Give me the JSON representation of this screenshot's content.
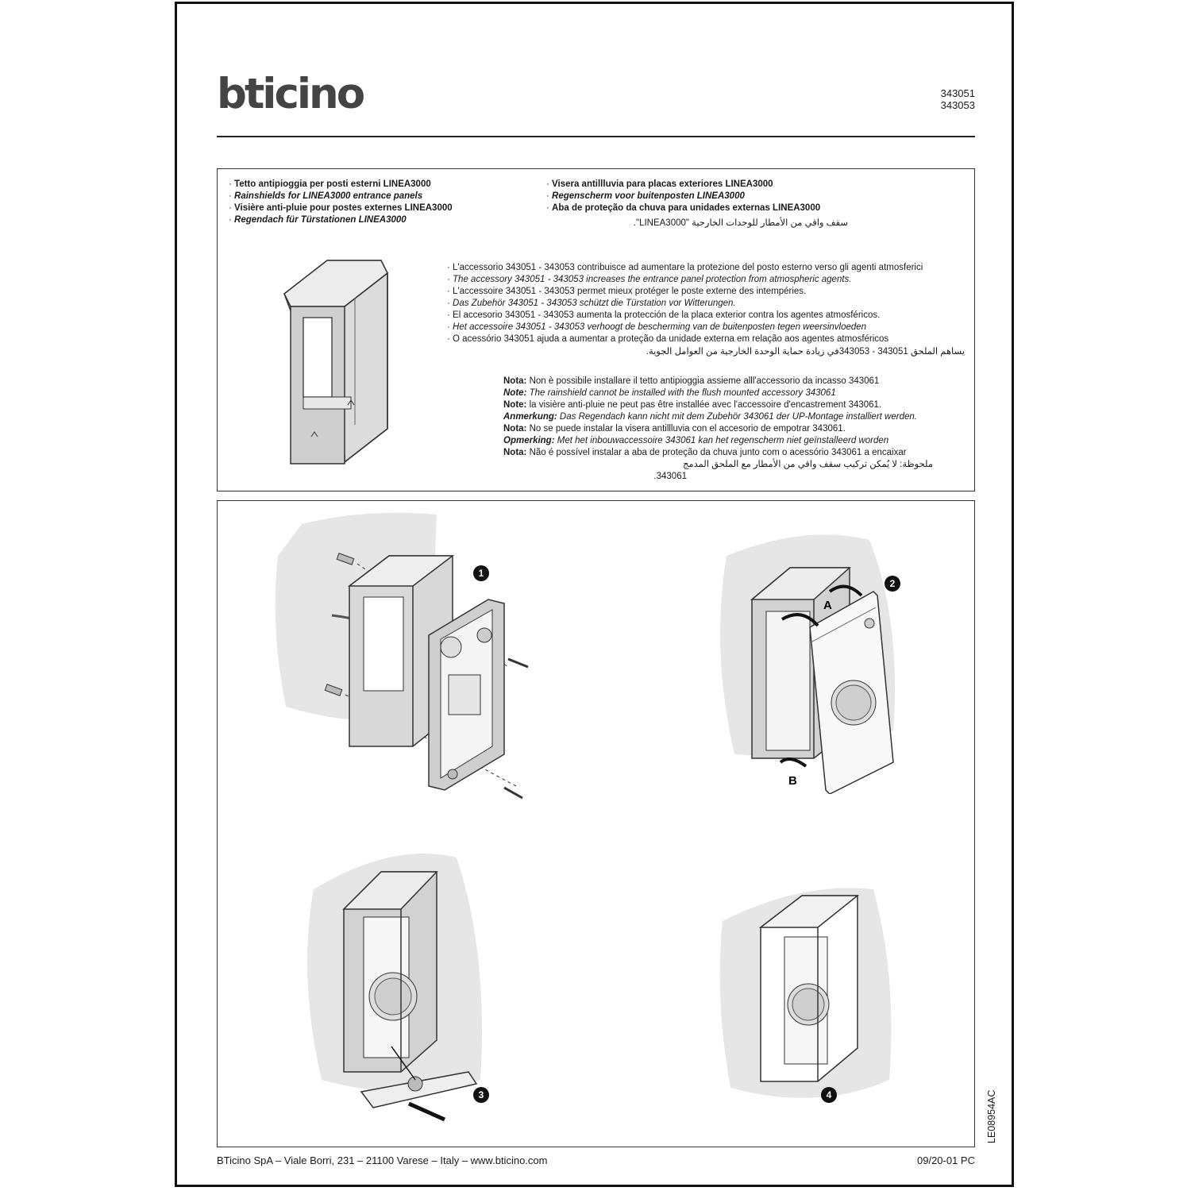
{
  "header": {
    "brand": "bticino",
    "codes": [
      "343051",
      "343053"
    ]
  },
  "titles": {
    "left": [
      {
        "text": "Tetto antipioggia per posti esterni LINEA3000",
        "style": "bold"
      },
      {
        "text": "Rainshields for LINEA3000 entrance panels",
        "style": "bold-italic"
      },
      {
        "text": "Visière anti-pluie pour postes externes LINEA3000",
        "style": "bold"
      },
      {
        "text": "Regendach für Türstationen LINEA3000",
        "style": "bold-italic"
      }
    ],
    "right": [
      {
        "text": "Visera antillluvia para placas exteriores LINEA3000",
        "style": "bold"
      },
      {
        "text": "Regenscherm voor buitenposten LINEA3000",
        "style": "bold-italic"
      },
      {
        "text": "Aba de proteção da chuva para unidades externas LINEA3000",
        "style": "bold"
      }
    ],
    "arabic": "سقف واقي من الأمطار للوحدات الخارجية \"LINEA3000\"."
  },
  "description": [
    {
      "text": "L'accessorio 343051 - 343053 contribuisce ad aumentare la protezione del posto esterno verso gli agenti atmosferici",
      "style": "normal"
    },
    {
      "text": "The accessory 343051 - 343053 increases the entrance panel protection from atmospheric agents.",
      "style": "italic"
    },
    {
      "text": "L'accessoire 343051 - 343053 permet mieux protéger le poste externe des intempéries.",
      "style": "normal"
    },
    {
      "text": "Das Zubehör  343051 - 343053 schützt die Türstation vor Witterungen.",
      "style": "italic"
    },
    {
      "text": "El accesorio 343051 - 343053 aumenta la protección de la placa exterior contra los agentes atmosféricos.",
      "style": "normal"
    },
    {
      "text": "Het accessoire  343051 - 343053 verhoogt de bescherming van de buitenposten tegen weersinvloeden",
      "style": "italic"
    },
    {
      "text": "O acessório 343051 ajuda a aumentar a proteção da unidade externa em relação aos agentes atmosféricos",
      "style": "normal"
    }
  ],
  "description_arabic": "يساهم الملحق 343051 - 343053في زيادة حماية الوحدة الخارجية من العوامل الجوية.",
  "notes": [
    {
      "label": "Nota:",
      "text": " Non è possibile installare il tetto antipioggia assieme  alll'accessorio da incasso 343061",
      "style": "normal"
    },
    {
      "label": "Note:",
      "text": " The rainshield cannot be installed with the flush mounted accessory 343061",
      "style": "italic"
    },
    {
      "label": "Note:",
      "text": " la visière anti-pluie ne peut pas être installée avec l'accessoire d'encastrement 343061.",
      "style": "normal"
    },
    {
      "label": "Anmerkung:",
      "text": " Das Regendach kann nicht mit dem Zubehör 343061 der UP-Montage installiert werden.",
      "style": "italic"
    },
    {
      "label": "Nota:",
      "text": " No se puede instalar la visera antillluvia con el accesorio de empotrar 343061.",
      "style": "normal"
    },
    {
      "label": "Opmerking:",
      "text": " Met het inbouwaccessoire 343061 kan het regenscherm niet geïnstalleerd worden",
      "style": "italic"
    },
    {
      "label": "Nota:",
      "text": " Não é possível instalar a aba de proteção da chuva junto com o acessório 343061 a encaixar",
      "style": "normal"
    }
  ],
  "notes_arabic": [
    "ملحوظة: لا يُمكن تركيب سقف واقي من الأمطار مع الملحق المدمج",
    "343061."
  ],
  "steps": [
    "1",
    "2",
    "3",
    "4"
  ],
  "step_labels": {
    "a": "A",
    "b": "B"
  },
  "footer": {
    "address": "BTicino SpA – Viale Borri, 231 – 21100 Varese – Italy – www.bticino.com",
    "date": "09/20-01 PC",
    "doc_code": "LE08954AC"
  },
  "colors": {
    "wall": "#e6e6e6",
    "metal": "#d4d4d4",
    "ink": "#222222"
  }
}
